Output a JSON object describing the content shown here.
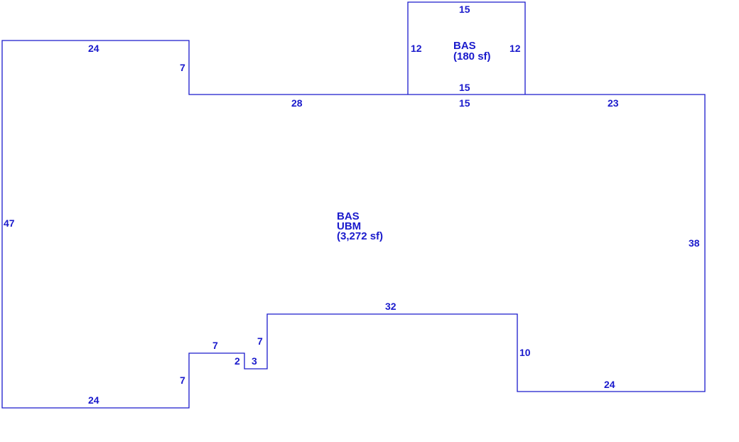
{
  "colors": {
    "line": "#1a1acc",
    "background": "#ffffff"
  },
  "main_area": {
    "code1": "BAS",
    "code2": "UBM",
    "area": "(3,272 sf)",
    "dimensions": {
      "left": "47",
      "top_left": "24",
      "notch_drop": "7",
      "top_mid": "28",
      "top_under_addition": "15",
      "top_right": "23",
      "right": "38",
      "bottom_right": "24",
      "step_rise": "10",
      "mid_bottom": "32",
      "step_a": "7",
      "step_b": "3",
      "step_c": "2",
      "step_d": "7",
      "step_e": "7",
      "bottom_left": "24"
    }
  },
  "addition": {
    "code": "BAS",
    "area": "(180 sf)",
    "dimensions": {
      "top": "15",
      "left": "12",
      "right": "12",
      "bottom": "15"
    }
  }
}
